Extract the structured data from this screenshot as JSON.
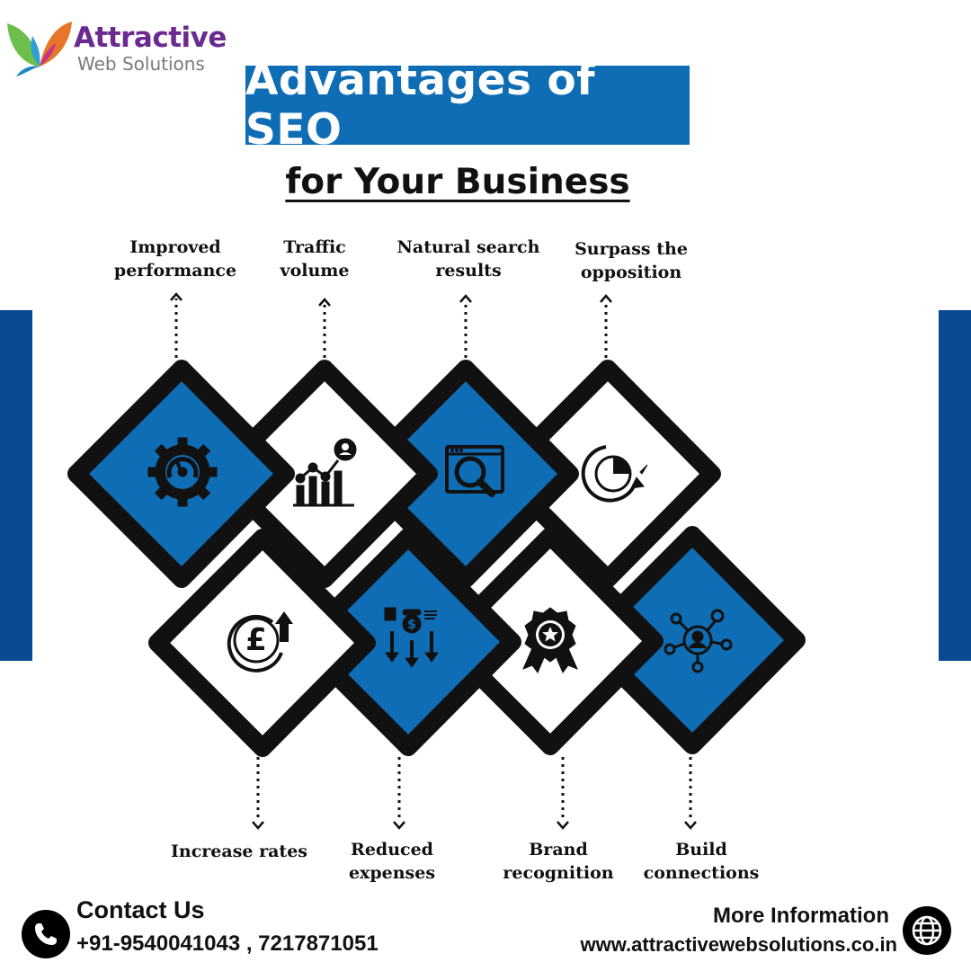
{
  "brand": {
    "line1": "Attractive",
    "line2": "Web Solutions"
  },
  "header": {
    "title": "Advantages of SEO",
    "subtitle": "for Your Business"
  },
  "colors": {
    "accent_blue": "#0e6db4",
    "side_bar": "#0a4a93",
    "outline": "#111111",
    "logo_purple": "#6b2a8f"
  },
  "benefits_top": [
    {
      "label": "Improved\nperformance",
      "icon": "speedometer-gear-icon"
    },
    {
      "label": "Traffic\nvolume",
      "icon": "growth-chart-icon"
    },
    {
      "label": "Natural search\nresults",
      "icon": "browser-search-icon"
    },
    {
      "label": "Surpass the\nopposition",
      "icon": "pie-chart-refresh-icon"
    }
  ],
  "benefits_bottom": [
    {
      "label": "Increase rates",
      "icon": "pound-up-icon"
    },
    {
      "label": "Reduced\nexpenses",
      "icon": "cost-down-icon"
    },
    {
      "label": "Brand\nrecognition",
      "icon": "award-badge-icon"
    },
    {
      "label": "Build\nconnections",
      "icon": "network-person-icon"
    }
  ],
  "contact": {
    "title": "Contact Us",
    "phones": "+91-9540041043 , 7217871051",
    "icon": "phone-icon"
  },
  "more_info": {
    "title": "More Information",
    "url": "www.attractivewebsolutions.co.in",
    "icon": "globe-icon"
  }
}
